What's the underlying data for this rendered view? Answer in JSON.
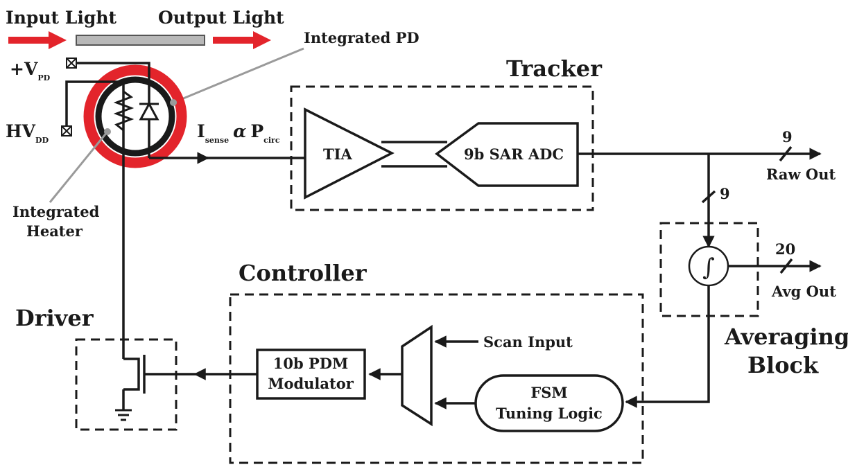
{
  "labels": {
    "input_light": "Input Light",
    "output_light": "Output Light",
    "integrated_pd": "Integrated PD",
    "vpd_main": "+V",
    "vpd_sub": "PD",
    "hvdd_main": "HV",
    "hvdd_sub": "DD",
    "heater_line1": "Integrated",
    "heater_line2": "Heater",
    "isense_main": "I",
    "isense_sub": "sense",
    "alpha": "α",
    "pcirc_main": "P",
    "pcirc_sub": "circ",
    "tracker": "Tracker",
    "tia": "TIA",
    "adc": "9b SAR ADC",
    "raw_bits": "9",
    "raw_out": "Raw Out",
    "avg_in_bits": "9",
    "avg_bits": "20",
    "avg_out": "Avg Out",
    "integrator_symbol": "∫",
    "averaging_line1": "Averaging",
    "averaging_line2": "Block",
    "controller": "Controller",
    "driver": "Driver",
    "pdm_line1": "10b PDM",
    "pdm_line2": "Modulator",
    "scan_input": "Scan Input",
    "fsm_line1": "FSM",
    "fsm_line2": "Tuning Logic"
  },
  "colors": {
    "ring": "#e3242b",
    "arrow": "#e3242b",
    "waveguide": "#b8b8b8",
    "ink": "#1a1a1a",
    "pointer": "#9a9a9a"
  }
}
